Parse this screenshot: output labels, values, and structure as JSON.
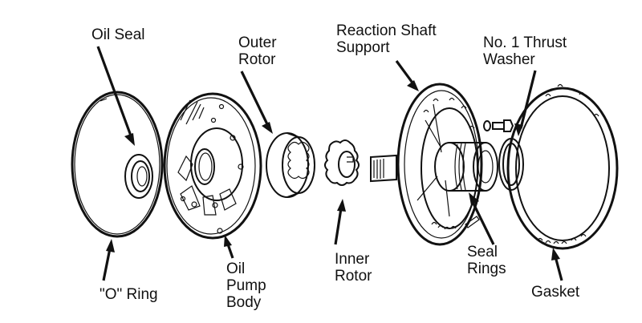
{
  "diagram": {
    "title": "Oil Pump Assembly Exploded View",
    "labels": {
      "oil_seal": "Oil Seal",
      "outer_rotor": "Outer\nRotor",
      "reaction_shaft_support": "Reaction Shaft\nSupport",
      "thrust_washer": "No. 1 Thrust\nWasher",
      "o_ring": "\"O\" Ring",
      "oil_pump_body": "Oil\nPump\nBody",
      "inner_rotor": "Inner\nRotor",
      "seal_rings": "Seal\nRings",
      "gasket": "Gasket"
    },
    "parts": [
      "O Ring",
      "Oil Seal",
      "Oil Pump Body",
      "Outer Rotor",
      "Inner Rotor",
      "Reaction Shaft Support",
      "Bolt",
      "Seal Rings",
      "No. 1 Thrust Washer",
      "Gasket"
    ],
    "colors": {
      "ink": "#111111",
      "background": "#ffffff"
    }
  }
}
